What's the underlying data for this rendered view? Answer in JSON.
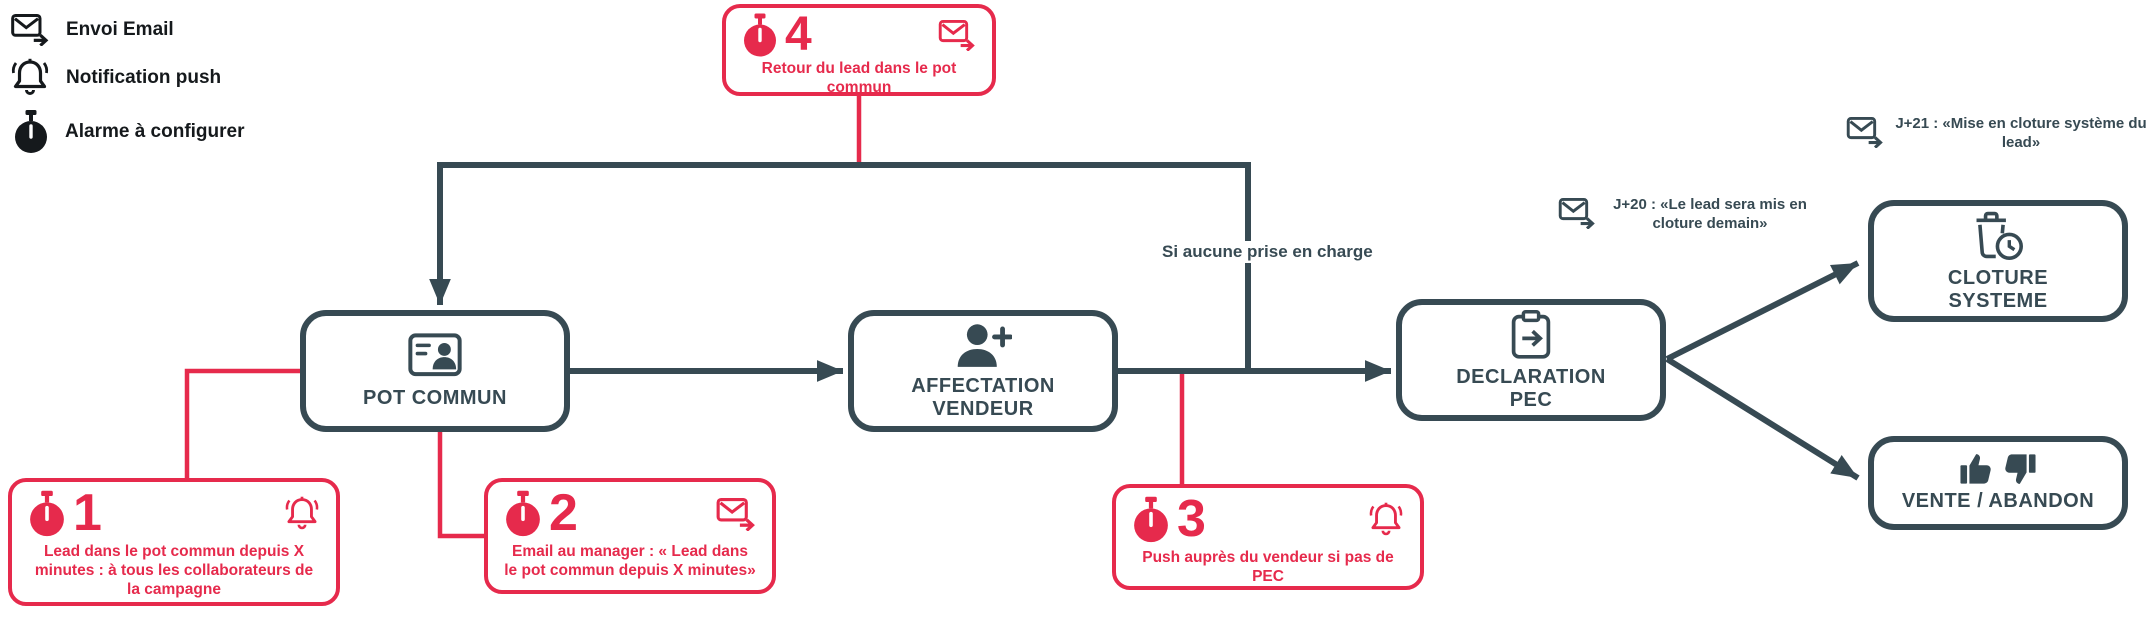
{
  "colors": {
    "dark_slate": "#374a53",
    "alert_red": "#e62a4c",
    "legend_ink": "#15191c",
    "background": "#ffffff"
  },
  "legend": [
    {
      "icon": "email-icon",
      "label": "Envoi Email"
    },
    {
      "icon": "bell-icon",
      "label": "Notification push"
    },
    {
      "icon": "stopwatch-icon",
      "label": "Alarme à configurer"
    }
  ],
  "nodes": {
    "pot_commun": {
      "icon": "pot-commun-icon",
      "label": "POT COMMUN"
    },
    "affectation_vendeur": {
      "icon": "person-add-icon",
      "label": "AFFECTATION\nVENDEUR"
    },
    "declaration_pec": {
      "icon": "clipboard-arrow-icon",
      "label": "DECLARATION\nPEC"
    },
    "cloture_systeme": {
      "icon": "trash-clock-icon",
      "label": "CLOTURE\nSYSTEME"
    },
    "vente_abandon": {
      "icon": "thumbs-up-down-icon",
      "label": "VENTE / ABANDON"
    }
  },
  "alarms": {
    "a1": {
      "number": "1",
      "channel_icon": "bell-icon",
      "text": "Lead dans le pot commun depuis X minutes : à tous les collaborateurs de la campagne"
    },
    "a2": {
      "number": "2",
      "channel_icon": "email-icon",
      "text": "Email au manager : « Lead dans le pot commun depuis X minutes»"
    },
    "a3": {
      "number": "3",
      "channel_icon": "bell-icon",
      "text": "Push auprès du vendeur si pas de PEC"
    },
    "a4": {
      "number": "4",
      "channel_icon": "email-icon",
      "text": "Retour du lead dans le pot commun"
    }
  },
  "annotations": {
    "no_pec": "Si aucune prise en charge",
    "j20": "J+20 : «Le lead sera mis en cloture demain»",
    "j21": "J+21 : «Mise en cloture système du lead»"
  },
  "edges": [
    {
      "from": "pot_commun",
      "to": "affectation_vendeur"
    },
    {
      "from": "affectation_vendeur",
      "to": "declaration_pec"
    },
    {
      "from": "affectation_vendeur",
      "to": "pot_commun",
      "label": "Si aucune prise en charge"
    },
    {
      "from": "declaration_pec",
      "to": "cloture_systeme"
    },
    {
      "from": "declaration_pec",
      "to": "vente_abandon"
    }
  ]
}
